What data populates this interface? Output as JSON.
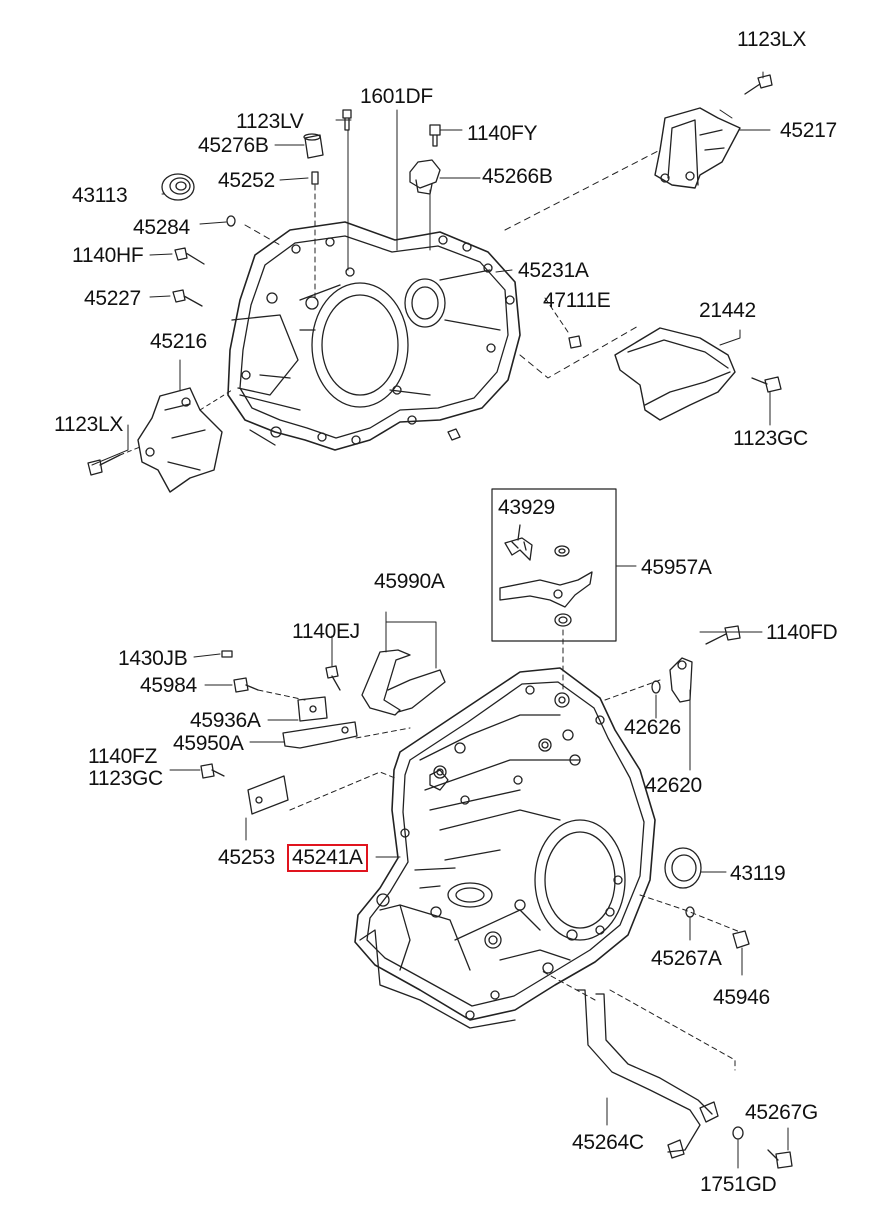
{
  "diagram": {
    "labels": {
      "p1123LX_top": "1123LX",
      "p45217": "45217",
      "p1601DF": "1601DF",
      "p1123LV": "1123LV",
      "p1140FY": "1140FY",
      "p45276B": "45276B",
      "p43113": "43113",
      "p45252": "45252",
      "p45266B": "45266B",
      "p45284": "45284",
      "p1140HF": "1140HF",
      "p45231A": "45231A",
      "p47111E": "47111E",
      "p45227": "45227",
      "p21442": "21442",
      "p45216": "45216",
      "p1123LX_left": "1123LX",
      "p1123GC_right": "1123GC",
      "p43929": "43929",
      "p45957A": "45957A",
      "p45990A": "45990A",
      "p1140EJ": "1140EJ",
      "p1140FD": "1140FD",
      "p1430JB": "1430JB",
      "p45984": "45984",
      "p42626": "42626",
      "p45936A": "45936A",
      "p45950A": "45950A",
      "p1140FZ": "1140FZ",
      "p1123GC_left": "1123GC",
      "p42620": "42620",
      "p45253": "45253",
      "p45241A": "45241A",
      "p43119": "43119",
      "p45267A": "45267A",
      "p45946": "45946",
      "p45267G": "45267G",
      "p45264C": "45264C",
      "p1751GD": "1751GD"
    },
    "highlight_color": "#e0141e"
  }
}
